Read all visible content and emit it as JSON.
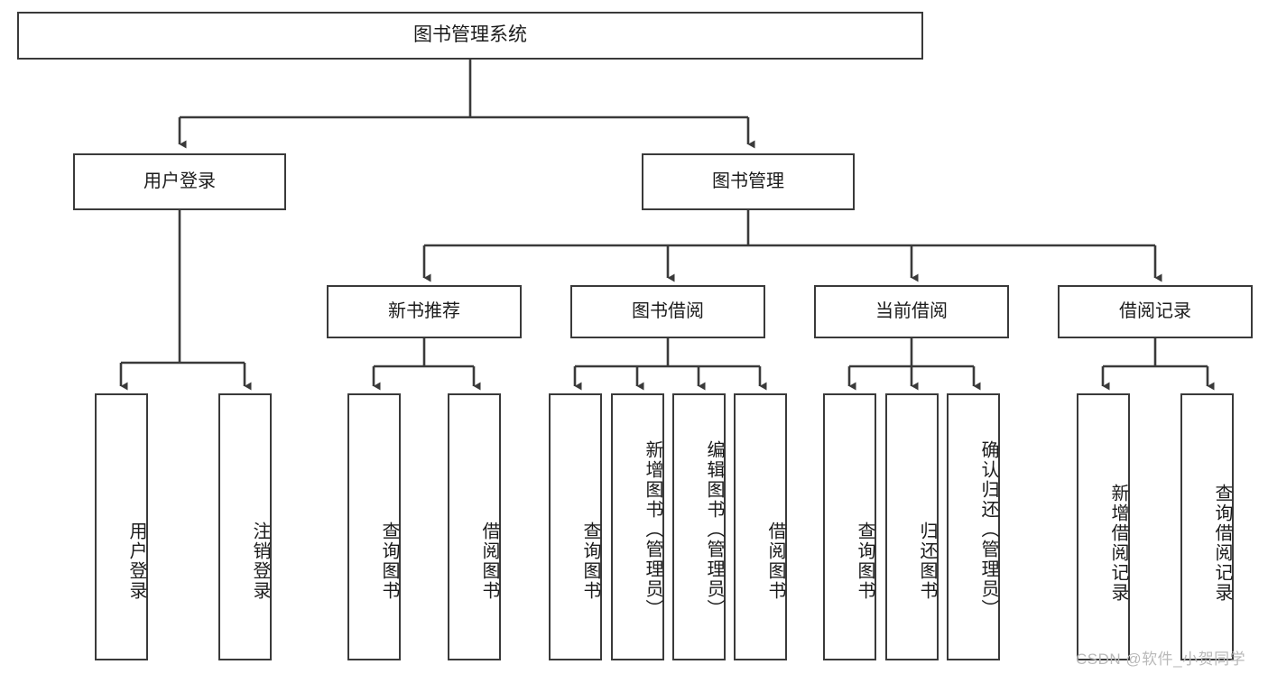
{
  "diagram": {
    "title": "图书管理系统",
    "type": "tree-hierarchy",
    "root": {
      "label": "图书管理系统"
    },
    "level1": [
      {
        "label": "用户登录"
      },
      {
        "label": "图书管理"
      }
    ],
    "level2": [
      {
        "label": "新书推荐"
      },
      {
        "label": "图书借阅"
      },
      {
        "label": "当前借阅"
      },
      {
        "label": "借阅记录"
      }
    ],
    "leaves": {
      "user_login": [
        {
          "label": "用户登录"
        },
        {
          "label": "注销登录"
        }
      ],
      "new_book_recommend": [
        {
          "label": "查询图书"
        },
        {
          "label": "借阅图书"
        }
      ],
      "book_borrow": [
        {
          "label": "查询图书"
        },
        {
          "label": "新增图书（管理员）"
        },
        {
          "label": "编辑图书（管理员）"
        },
        {
          "label": "借阅图书"
        }
      ],
      "current_borrow": [
        {
          "label": "查询图书"
        },
        {
          "label": "归还图书"
        },
        {
          "label": "确认归还（管理员）"
        }
      ],
      "borrow_record": [
        {
          "label": "新增借阅记录"
        },
        {
          "label": "查询借阅记录"
        }
      ]
    }
  },
  "watermark": {
    "text": "CSDN @软件_小贺同学"
  },
  "colors": {
    "stroke": "#3a3a3a",
    "text": "#1b1b1b",
    "background": "#ffffff",
    "watermark": "#b9b9b9"
  }
}
